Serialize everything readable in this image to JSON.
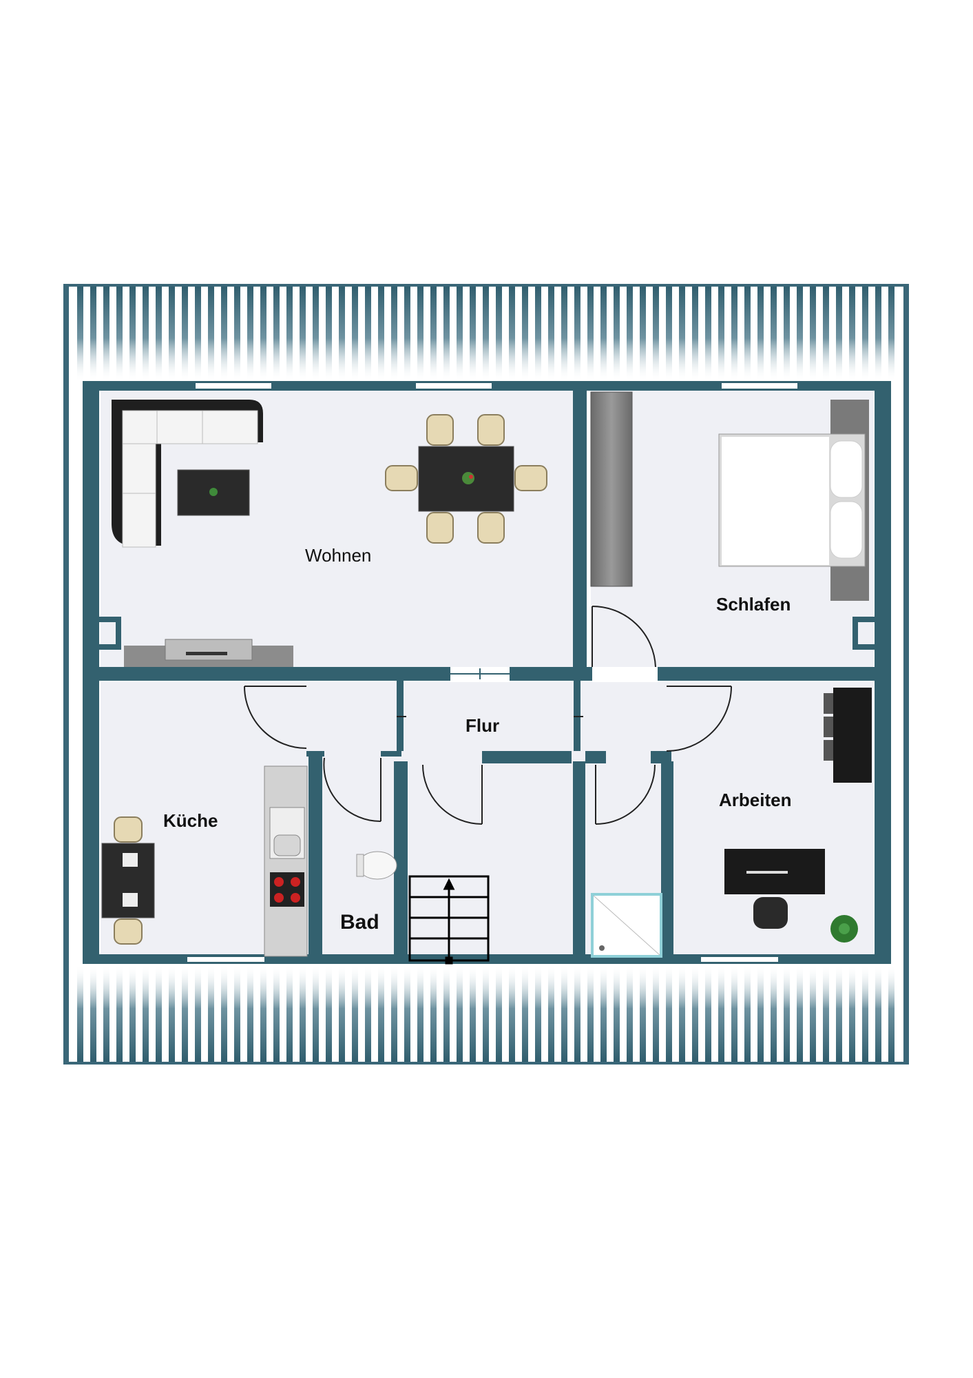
{
  "rooms": {
    "wohnen": "Wohnen",
    "schlafen": "Schlafen",
    "flur": "Flur",
    "kueche": "Küche",
    "bad": "Bad",
    "arbeiten": "Arbeiten"
  },
  "colors": {
    "wall": "#33616f",
    "floor": "#eff0f5",
    "roof_slat": "#3b6878",
    "furniture_dark": "#2b2b2b",
    "chair": "#e6d9b4",
    "window": "#ffffff"
  },
  "icons": [
    "sofa-icon",
    "coffee-table-icon",
    "dining-table-icon",
    "chair-icon",
    "wardrobe-icon",
    "bed-icon",
    "tv-board-icon",
    "kitchen-counter-icon",
    "sink-icon",
    "stove-icon",
    "toilet-icon",
    "shower-icon",
    "staircase-icon",
    "desk-icon",
    "office-chair-icon",
    "plant-icon",
    "door-swing-icon"
  ]
}
